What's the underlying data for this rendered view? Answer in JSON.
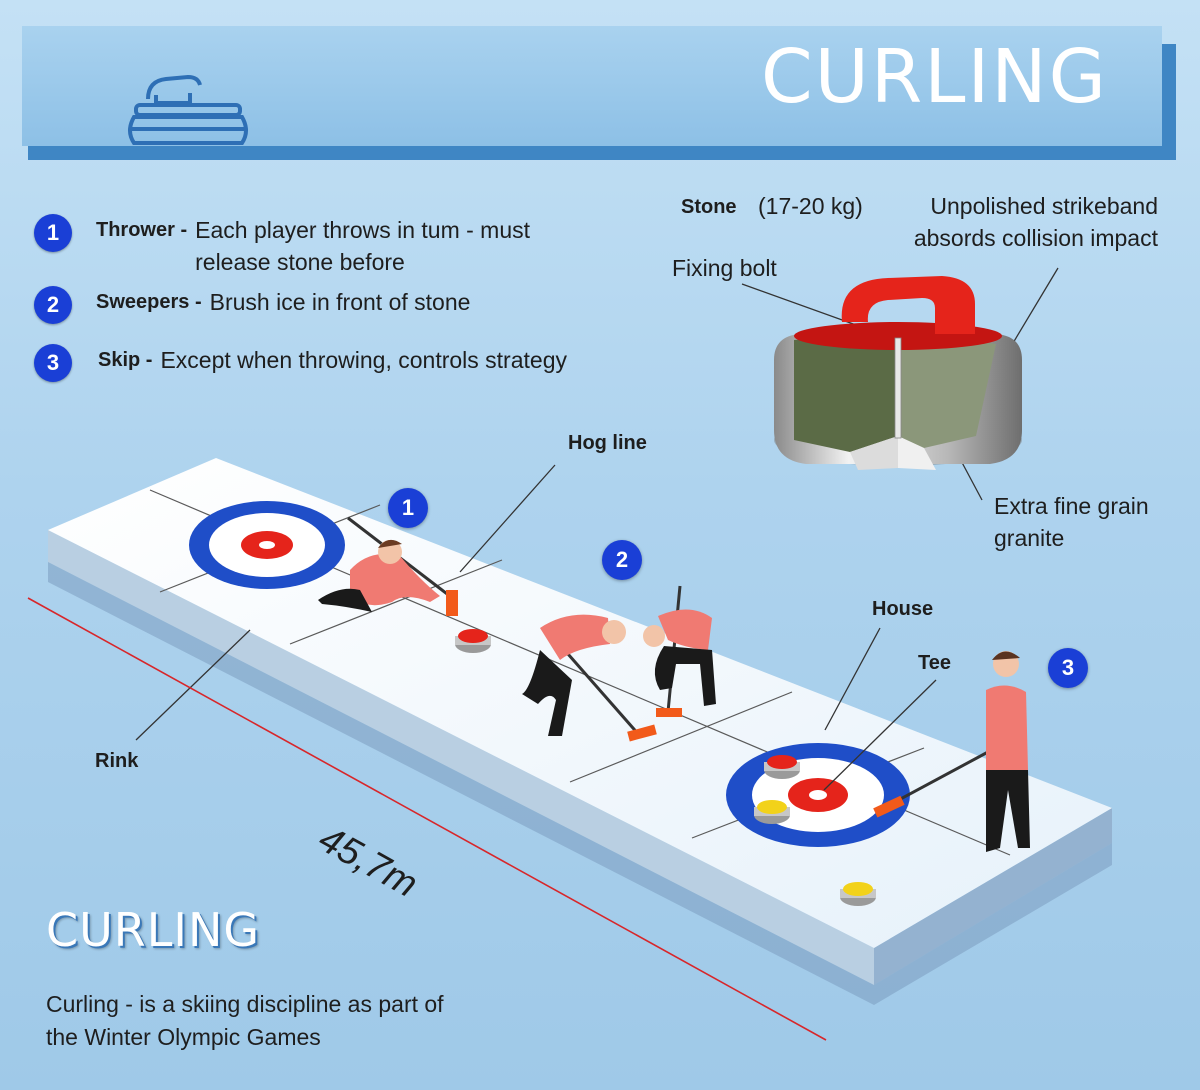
{
  "header": {
    "title": "CURLING",
    "icon": "curling-stone-icon"
  },
  "legend": [
    {
      "number": "1",
      "role": "Thrower -",
      "description": "Each player throws in tum - must release stone before"
    },
    {
      "number": "2",
      "role": "Sweepers -",
      "description": "Brush ice in front of stone"
    },
    {
      "number": "3",
      "role": "Skip -",
      "description": "Except when throwing, controls strategy"
    }
  ],
  "stone": {
    "title": "Stone",
    "weight": "(17-20 kg)",
    "fixing_bolt": "Fixing bolt",
    "strikeband": "Unpolished strikeband absords collision impact",
    "granite": "Extra fine grain granite"
  },
  "rink_labels": {
    "hog_line": "Hog line",
    "house": "House",
    "tee": "Tee",
    "rink": "Rink",
    "length": "45,7m"
  },
  "markers": [
    "1",
    "2",
    "3"
  ],
  "footer": {
    "title": "CURLING",
    "description": "Curling - is a skiing discipline as part  of   the Winter Olympic Games"
  },
  "colors": {
    "accent_blue": "#1a3fd6",
    "banner_blue": "#8dc0e6",
    "house_blue": "#1f4ec8",
    "stone_red": "#e5241b",
    "player_shirt": "#f07a72",
    "dimension_line": "#d8262a"
  }
}
